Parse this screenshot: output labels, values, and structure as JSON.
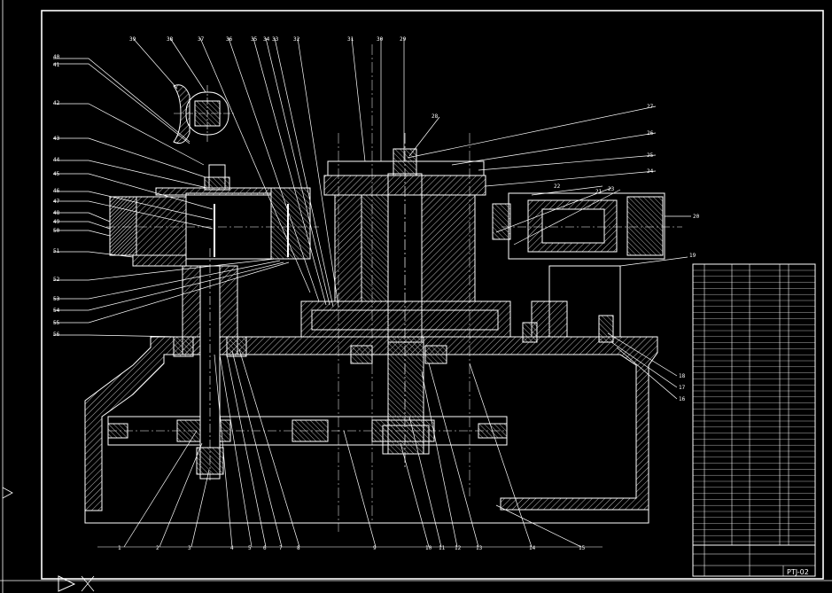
{
  "drawing": {
    "number": "PTJ-02",
    "colors": {
      "background": "#000000",
      "outline": "#ffffff",
      "part": "#ffffff",
      "centerline": "#ffffff",
      "hatch": "#c8c8c8",
      "leader": "#ffffff"
    }
  },
  "callouts": [
    {
      "id": "c1",
      "text": "1"
    },
    {
      "id": "c2",
      "text": "2"
    },
    {
      "id": "c3",
      "text": "3"
    },
    {
      "id": "c4",
      "text": "4"
    },
    {
      "id": "c5",
      "text": "5"
    },
    {
      "id": "c6",
      "text": "6"
    },
    {
      "id": "c7",
      "text": "7"
    },
    {
      "id": "c8",
      "text": "8"
    },
    {
      "id": "c9",
      "text": "9"
    },
    {
      "id": "c10",
      "text": "10"
    },
    {
      "id": "c11",
      "text": "11"
    },
    {
      "id": "c12",
      "text": "12"
    },
    {
      "id": "c13",
      "text": "13"
    },
    {
      "id": "c14",
      "text": "14"
    },
    {
      "id": "c15",
      "text": "15"
    },
    {
      "id": "c16",
      "text": "16"
    },
    {
      "id": "c17",
      "text": "17"
    },
    {
      "id": "c18",
      "text": "18"
    },
    {
      "id": "c19",
      "text": "19"
    },
    {
      "id": "c20",
      "text": "20"
    },
    {
      "id": "c21",
      "text": "21"
    },
    {
      "id": "c22",
      "text": "22"
    },
    {
      "id": "c23",
      "text": "23"
    },
    {
      "id": "c24",
      "text": "24"
    },
    {
      "id": "c25",
      "text": "25"
    },
    {
      "id": "c26",
      "text": "26"
    },
    {
      "id": "c27",
      "text": "27"
    },
    {
      "id": "c28",
      "text": "28"
    },
    {
      "id": "c29",
      "text": "29"
    },
    {
      "id": "c30",
      "text": "30"
    },
    {
      "id": "c31",
      "text": "31"
    },
    {
      "id": "c32",
      "text": "32"
    },
    {
      "id": "c33",
      "text": "33"
    },
    {
      "id": "c34",
      "text": "34"
    },
    {
      "id": "c35",
      "text": "35"
    },
    {
      "id": "c36",
      "text": "36"
    },
    {
      "id": "c37",
      "text": "37"
    },
    {
      "id": "c38",
      "text": "38"
    },
    {
      "id": "c39",
      "text": "39"
    },
    {
      "id": "c40",
      "text": "40"
    },
    {
      "id": "c41",
      "text": "41"
    },
    {
      "id": "c42",
      "text": "42"
    },
    {
      "id": "c43",
      "text": "43"
    },
    {
      "id": "c44",
      "text": "44"
    },
    {
      "id": "c45",
      "text": "45"
    },
    {
      "id": "c46",
      "text": "46"
    },
    {
      "id": "c47",
      "text": "47"
    },
    {
      "id": "c48",
      "text": "48"
    },
    {
      "id": "c49",
      "text": "49"
    },
    {
      "id": "c50",
      "text": "50"
    },
    {
      "id": "c51",
      "text": "51"
    },
    {
      "id": "c52",
      "text": "52"
    },
    {
      "id": "c53",
      "text": "53"
    },
    {
      "id": "c54",
      "text": "54"
    },
    {
      "id": "c55",
      "text": "55"
    },
    {
      "id": "c56",
      "text": "56"
    }
  ]
}
